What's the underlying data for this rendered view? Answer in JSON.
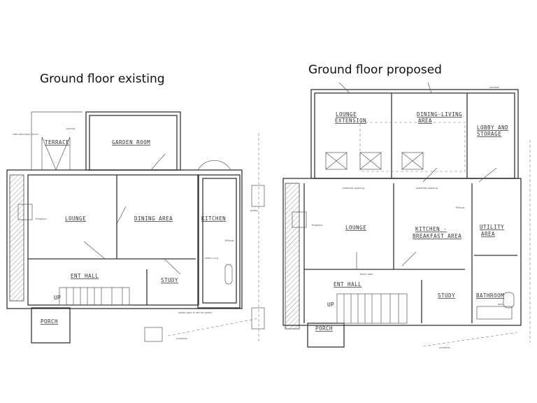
{
  "slide": {
    "left_title": "Ground floor existing",
    "right_title": "Ground floor proposed"
  },
  "existing": {
    "rooms": {
      "terrace": "TERRACE",
      "garden_room": "GARDEN ROOM",
      "lounge": "LOUNGE",
      "dining": "DINING AREA",
      "kitchen": "KITCHEN",
      "hall": "ENT HALL",
      "study": "STUDY",
      "porch": "PORCH",
      "up": "UP"
    },
    "notes": {
      "fireplace": "fireplace",
      "paving": "paving",
      "fence": "side boundary fence",
      "fittings": "fittings",
      "cased": "cased s.v.p.",
      "waste": "waste pipe & rain to gulley",
      "manhole": "manhole",
      "gulley": "gulley"
    }
  },
  "proposed": {
    "rooms": {
      "lounge_ext_1": "LOUNGE",
      "lounge_ext_2": "EXTENSION",
      "dining_living_1": "DINING-LIVING",
      "dining_living_2": "AREA",
      "lobby_1": "LOBBY AND",
      "lobby_2": "STORAGE",
      "lounge": "LOUNGE",
      "kitchen_1": "KITCHEN -",
      "kitchen_2": "BREAKFAST AREA",
      "utility_1": "UTILITY",
      "utility_2": "AREA",
      "hall": "ENT HALL",
      "study": "STUDY",
      "bathroom": "BATHROOM",
      "porch": "PORCH",
      "up": "UP"
    },
    "notes": {
      "fireplace": "fireplace",
      "widened_1": "widened opening",
      "widened_2": "widened opening",
      "block_door": "block door",
      "window": "window",
      "fittings": "fittings",
      "bath": "bath",
      "manhole": "manhole"
    }
  }
}
